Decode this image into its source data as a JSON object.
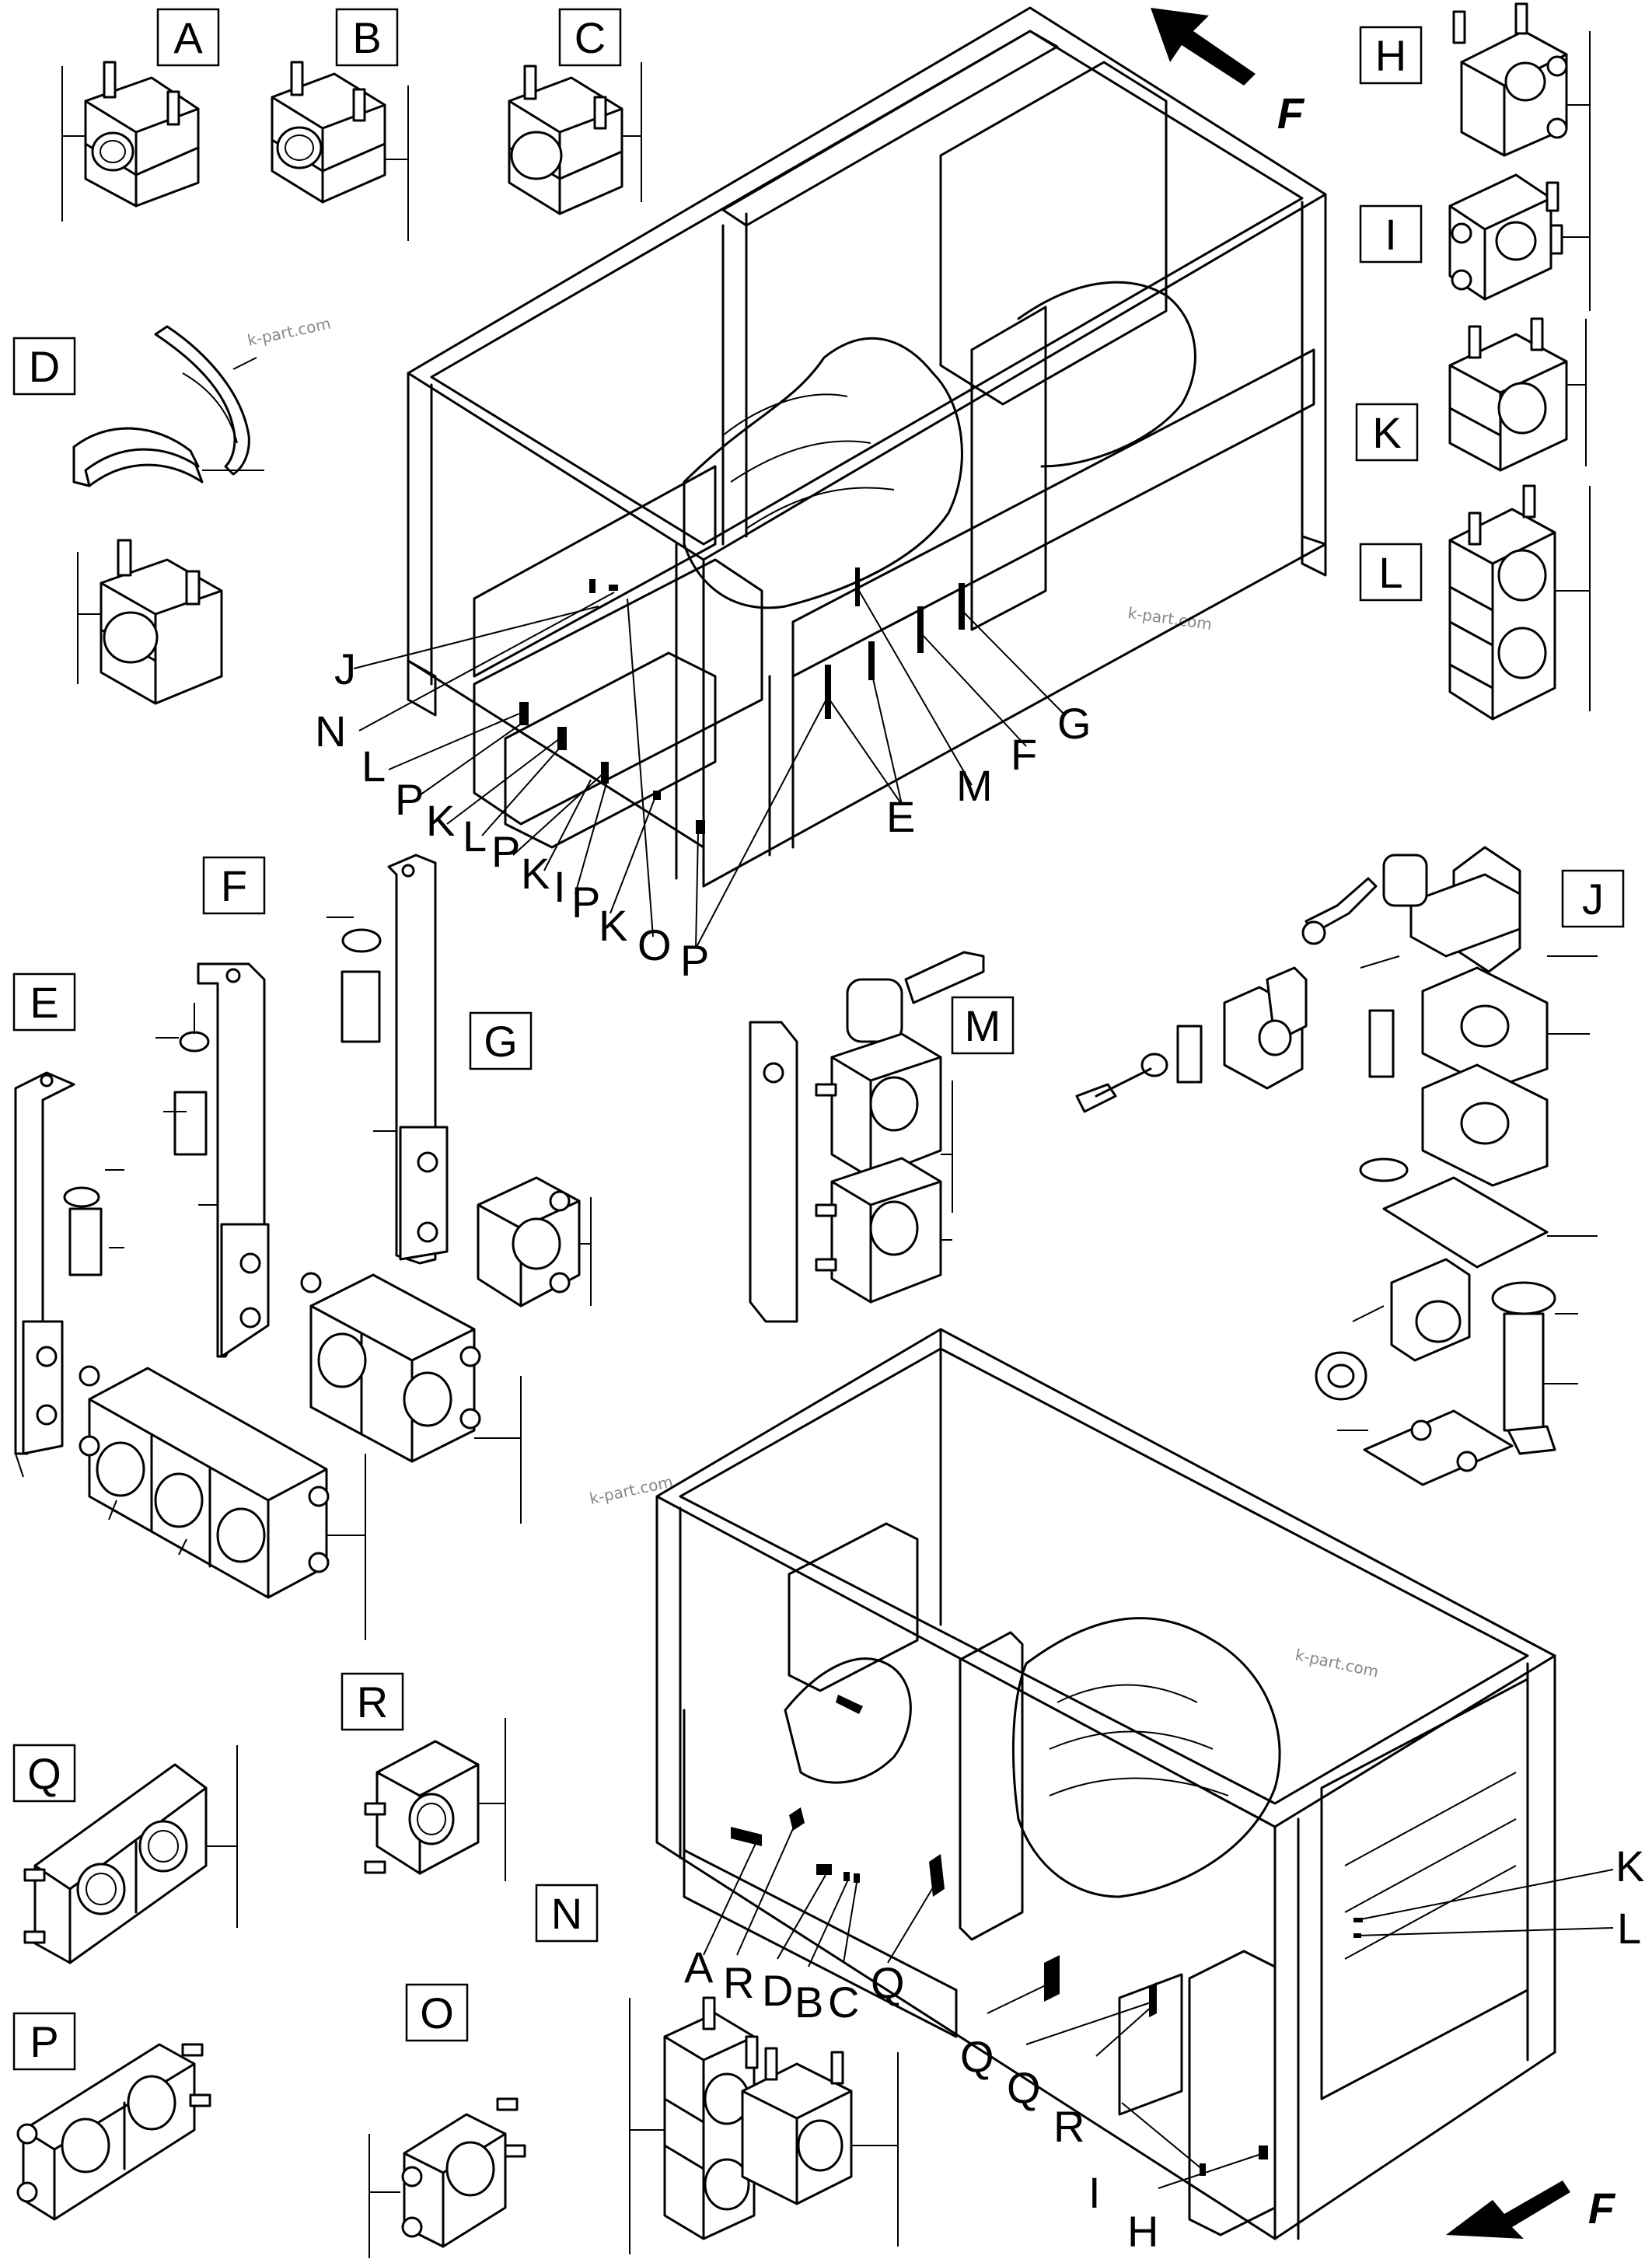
{
  "watermarks": [
    "k-part.com",
    "k-part.com",
    "k-part.com",
    "k-part.com"
  ],
  "detail_labels": {
    "A": "A",
    "B": "B",
    "C": "C",
    "D": "D",
    "E": "E",
    "F": "F",
    "G": "G",
    "H": "H",
    "I": "I",
    "J": "J",
    "K": "K",
    "L": "L",
    "M": "M",
    "N": "N",
    "O": "O",
    "P": "P",
    "Q": "Q",
    "R": "R"
  },
  "upper_callouts": [
    "J",
    "N",
    "L",
    "P",
    "K",
    "L",
    "P",
    "K",
    "I",
    "P",
    "K",
    "O",
    "P",
    "E",
    "M",
    "F",
    "G"
  ],
  "lower_callouts": [
    "A",
    "R",
    "D",
    "B",
    "C",
    "Q",
    "Q",
    "Q",
    "R",
    "I",
    "H",
    "K",
    "L"
  ],
  "front_marker": "F",
  "colors": {
    "ink": "#000000",
    "paper": "#ffffff",
    "watermark": "#888888"
  }
}
